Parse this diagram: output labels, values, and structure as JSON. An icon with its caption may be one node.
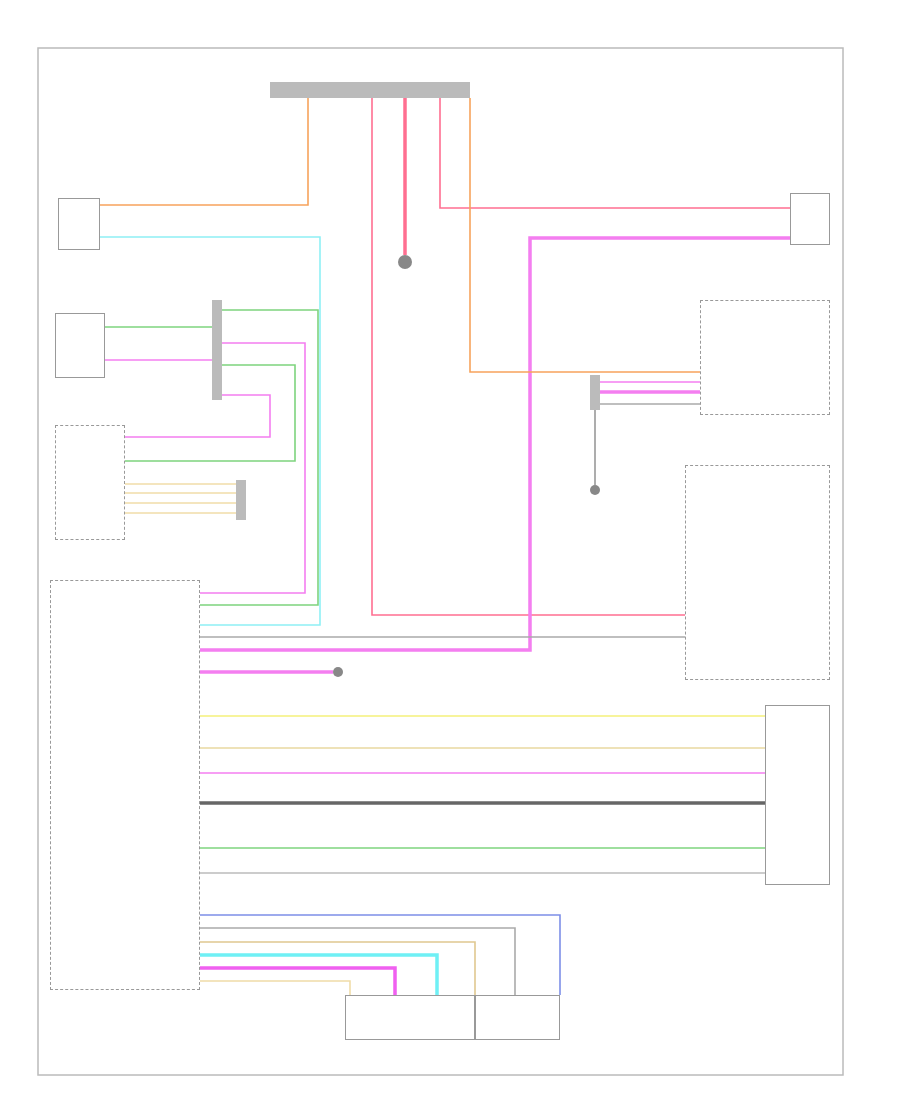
{
  "diagram": {
    "nodes": [
      {
        "text": [],
        "shape": "bar"
      },
      {
        "text": [],
        "shape": "box"
      },
      {
        "text": [],
        "shape": "box"
      },
      {
        "text": [],
        "shape": "bar"
      },
      {
        "text": [],
        "shape": "box"
      },
      {
        "text": [],
        "shape": "box"
      },
      {
        "text": [],
        "shape": "circle"
      },
      {
        "text": [],
        "shape": "box"
      },
      {
        "text": [],
        "shape": "bar"
      },
      {
        "text": [],
        "shape": "circle"
      },
      {
        "text": [],
        "shape": "box"
      },
      {
        "text": [],
        "shape": "box"
      },
      {
        "text": [],
        "shape": "box"
      },
      {
        "text": [],
        "shape": "box"
      },
      {
        "text": [],
        "shape": "box"
      },
      {
        "text": [],
        "shape": "circle"
      },
      {
        "text": [],
        "shape": "bar"
      }
    ],
    "edges": [
      {
        "from": 0,
        "to": 1,
        "arrow": "none",
        "color": "#f7a35c"
      },
      {
        "from": 1,
        "to": 11,
        "arrow": "none",
        "color": "#8ff0f5"
      },
      {
        "from": 0,
        "to": 10,
        "arrow": "none",
        "color": "#ff6f91"
      },
      {
        "from": 0,
        "to": 6,
        "arrow": "none",
        "style": "thick",
        "color": "#ff6f91"
      },
      {
        "from": 0,
        "to": 2,
        "arrow": "none",
        "color": "#ff6f91"
      },
      {
        "from": 2,
        "to": 11,
        "arrow": "none",
        "style": "thick",
        "color": "#f47ef0"
      },
      {
        "from": 0,
        "to": 7,
        "arrow": "none",
        "color": "#f7a35c"
      },
      {
        "from": 8,
        "to": 7,
        "arrow": "none",
        "color": "#f47ef0"
      },
      {
        "from": 8,
        "to": 7,
        "arrow": "none",
        "style": "thick",
        "color": "#f47ef0"
      },
      {
        "from": 8,
        "to": 7,
        "arrow": "none",
        "color": "#aaaaaa"
      },
      {
        "from": 8,
        "to": 9,
        "arrow": "none",
        "color": "#999999"
      },
      {
        "from": 4,
        "to": 3,
        "arrow": "none",
        "color": "#7ed47e"
      },
      {
        "from": 4,
        "to": 3,
        "arrow": "none",
        "color": "#f47ef0"
      },
      {
        "from": 3,
        "to": 11,
        "arrow": "none",
        "color": "#7ed47e"
      },
      {
        "from": 3,
        "to": 11,
        "arrow": "none",
        "color": "#f47ef0"
      },
      {
        "from": 5,
        "to": 3,
        "arrow": "none",
        "color": "#f47ef0"
      },
      {
        "from": 5,
        "to": 3,
        "arrow": "none",
        "color": "#7ed47e"
      },
      {
        "from": 5,
        "to": 16,
        "arrow": "none",
        "color": "#f0dca8"
      },
      {
        "from": 5,
        "to": 16,
        "arrow": "none",
        "color": "#f0dca8"
      },
      {
        "from": 5,
        "to": 16,
        "arrow": "none",
        "color": "#f0dca8"
      },
      {
        "from": 5,
        "to": 16,
        "arrow": "none",
        "color": "#f0dca8"
      },
      {
        "from": 11,
        "to": 15,
        "arrow": "none",
        "style": "thick",
        "color": "#f47ef0"
      },
      {
        "from": 11,
        "to": 10,
        "arrow": "none",
        "color": "#aaaaaa"
      },
      {
        "from": 11,
        "to": 12,
        "arrow": "none",
        "color": "#f5f07a"
      },
      {
        "from": 11,
        "to": 12,
        "arrow": "none",
        "color": "#e8d8a0"
      },
      {
        "from": 11,
        "to": 12,
        "arrow": "none",
        "color": "#f47ef0"
      },
      {
        "from": 11,
        "to": 12,
        "arrow": "none",
        "style": "thick",
        "color": "#666666"
      },
      {
        "from": 11,
        "to": 12,
        "arrow": "none",
        "color": "#7ed47e"
      },
      {
        "from": 11,
        "to": 12,
        "arrow": "none",
        "color": "#bbbbbb"
      },
      {
        "from": 11,
        "to": 14,
        "arrow": "none",
        "color": "#7d8fe8"
      },
      {
        "from": 11,
        "to": 14,
        "arrow": "none",
        "color": "#aaaaaa"
      },
      {
        "from": 11,
        "to": 13,
        "arrow": "none",
        "color": "#e0c890"
      },
      {
        "from": 11,
        "to": 13,
        "arrow": "none",
        "style": "thick",
        "color": "#6ff0f5"
      },
      {
        "from": 11,
        "to": 13,
        "arrow": "none",
        "style": "thick",
        "color": "#f060f0"
      },
      {
        "from": 11,
        "to": 13,
        "arrow": "none",
        "color": "#f0dca8"
      }
    ]
  }
}
